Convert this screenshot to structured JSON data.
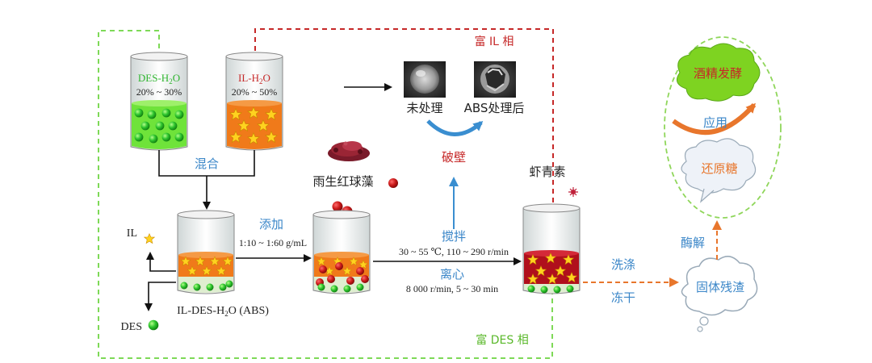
{
  "labels": {
    "des_h2o": "DES-H",
    "des_h2o_tail": "O",
    "des_h2o_sub": "2",
    "des_pct": "20% ~ 30%",
    "il_h2o": "IL-H",
    "il_h2o_tail": "O",
    "il_h2o_sub": "2",
    "il_pct": "20% ~ 50%",
    "mix": "混合",
    "rich_il": "富 IL 相",
    "rich_des": "富 DES 相",
    "untreated": "未处理",
    "abs_treated": "ABS处理后",
    "wall_break": "破壁",
    "haematococcus": "雨生红球藻",
    "add": "添加",
    "ratio": "1:10 ~ 1:60 g/mL",
    "il": "IL",
    "des": "DES",
    "abs_system": "IL-DES-H",
    "abs_system_tail": "O (ABS)",
    "abs_system_sub": "2",
    "stir": "搅拌",
    "stir_cond": "30 ~ 55 ℃, 110 ~ 290 r/min",
    "centrifuge": "离心",
    "cent_cond": "8 000 r/min, 5 ~ 30 min",
    "astaxanthin": "虾青素",
    "wash": "洗涤",
    "freeze_dry": "冻干",
    "solid_residue": "固体残渣",
    "enzymolysis": "酶解",
    "reducing_sugar": "还原糖",
    "application": "应用",
    "alcohol_fermentation": "酒精发酵"
  },
  "colors": {
    "green_arrow": "#7ed957",
    "red_arrow": "#c62828",
    "des_green": "#2ecc2e",
    "il_orange": "#f07a1a",
    "ast_red": "#b0101c",
    "blue_text": "#3a86c8",
    "orange_arrow": "#e8762c",
    "cloud_green": "#7ed321"
  }
}
